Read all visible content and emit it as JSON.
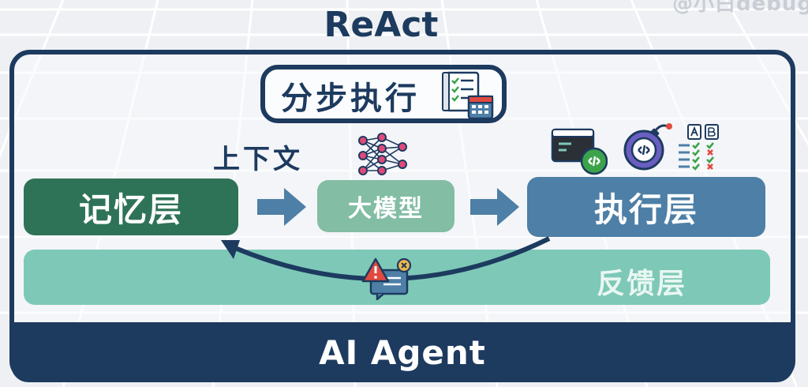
{
  "watermark": "@小白debug",
  "title": "ReAct",
  "step": {
    "label": "分步执行"
  },
  "context_label": "上下文",
  "layers": {
    "memory": "记忆层",
    "model": "大模型",
    "execution": "执行层",
    "feedback": "反馈层"
  },
  "footer": "AI Agent",
  "colors": {
    "navy": "#1d3a5f",
    "memory": "#2e7357",
    "model": "#82bda4",
    "execution": "#4e7fa6",
    "feedback": "#7ec8b7"
  },
  "icons": [
    "checklist-calendar-icon",
    "neural-network-icon",
    "code-terminal-icon",
    "code-bomb-icon",
    "ab-test-checklist-icon",
    "warning-message-icon"
  ]
}
